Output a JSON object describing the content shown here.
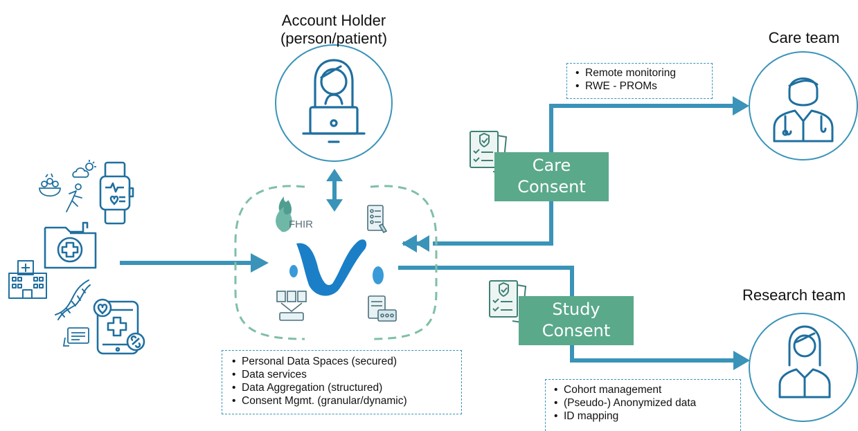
{
  "account_holder": {
    "title_line1": "Account Holder",
    "title_line2": "(person/patient)",
    "icon": "person-laptop-icon"
  },
  "care_team": {
    "title": "Care team",
    "icon": "doctor-icon"
  },
  "research_team": {
    "title": "Research team",
    "icon": "researcher-icon"
  },
  "care_consent": {
    "line1": "Care",
    "line2": "Consent"
  },
  "study_consent": {
    "line1": "Study",
    "line2": "Consent"
  },
  "care_uses": [
    "Remote monitoring",
    "RWE - PROMs"
  ],
  "platform_features": [
    "Personal Data Spaces (secured)",
    "Data services",
    "Data Aggregation (structured)",
    "Consent Mgmt. (granular/dynamic)"
  ],
  "research_uses": [
    "Cohort management",
    "(Pseudo-) Anonymized data",
    "ID mapping"
  ],
  "fhir_label": "FHIR",
  "data_sources": [
    "food-icon",
    "weather-icon",
    "smartwatch-icon",
    "runner-icon",
    "medical-folder-icon",
    "hospital-icon",
    "dna-icon",
    "tablet-icon",
    "health-app-phone-icon"
  ],
  "colors": {
    "arrow": "#3a93b8",
    "icon": "#1f6f9f",
    "consent": "#5aa98a",
    "dashed": "#7fbfa5",
    "logo": "#1a7fc7"
  }
}
